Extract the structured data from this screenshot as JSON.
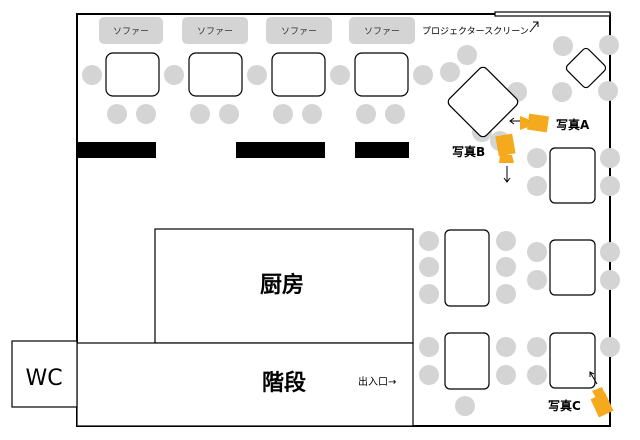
{
  "sofa_label": "ソファー",
  "projector_screen_label": "プロジェクタースクリーン",
  "kitchen_label": "厨房",
  "stairs_label": "階段",
  "wc_label": "WC",
  "entrance_label": "出入口→",
  "photo_a_label": "写真A",
  "photo_b_label": "写真B",
  "photo_c_label": "写真C",
  "colors": {
    "wall": "#000000",
    "chair": "#d4d4d4",
    "sofa": "#d4d4d4",
    "camera": "#f5a91c",
    "partition": "#000000"
  }
}
